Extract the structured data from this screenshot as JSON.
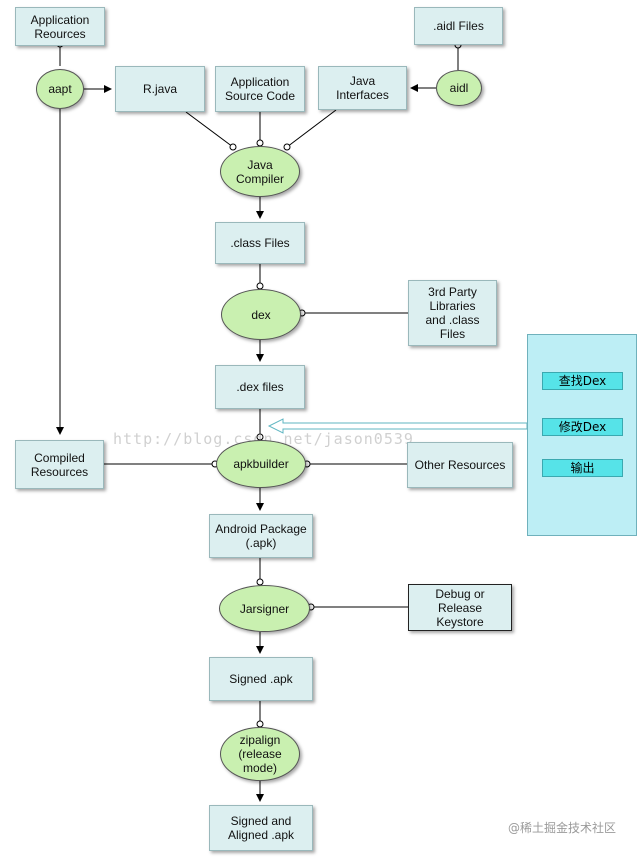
{
  "nodes": {
    "app_resources": "Application\nReources",
    "aidl_files": ".aidl Files",
    "aapt": "aapt",
    "r_java": "R.java",
    "app_source": "Application\nSource Code",
    "java_interfaces": "Java\nInterfaces",
    "aidl": "aidl",
    "java_compiler": "Java\nCompiler",
    "class_files": ".class Files",
    "dex": "dex",
    "third_party": "3rd Party\nLibraries\nand .class\nFiles",
    "dex_files": ".dex files",
    "compiled_resources": "Compiled\nResources",
    "apkbuilder": "apkbuilder",
    "other_resources": "Other Resources",
    "android_package": "Android Package\n(.apk)",
    "jarsigner": "Jarsigner",
    "keystore": "Debug or\nRelease\nKeystore",
    "signed_apk": "Signed .apk",
    "zipalign": "zipalign\n(release\nmode)",
    "signed_aligned": "Signed and\nAligned .apk"
  },
  "side_panel": {
    "buttons": [
      "查找Dex",
      "修改Dex",
      "输出"
    ]
  },
  "watermark": "http://blog.csdn.net/jason0539",
  "footer": "@稀土掘金技术社区",
  "colors": {
    "box_fill": "#dceff0",
    "ellipse_fill": "#c9f0b0",
    "panel_fill": "#bdeef5",
    "panel_button": "#56e3e8"
  }
}
